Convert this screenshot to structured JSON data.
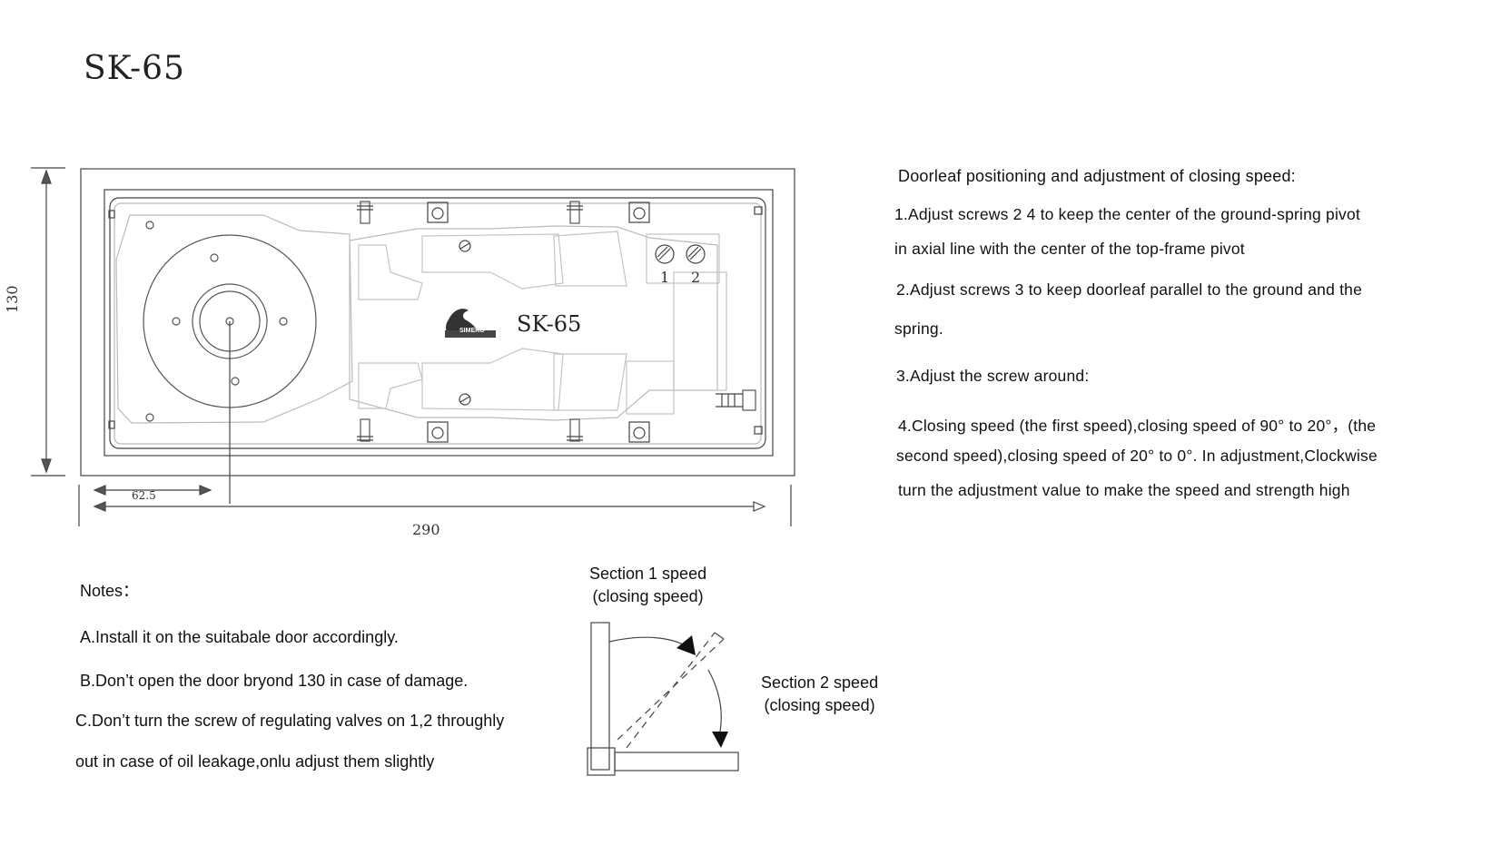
{
  "title": "SK-65",
  "dimensions": {
    "height": "130",
    "width": "290",
    "pivot_offset": "62.5"
  },
  "unit_label": {
    "model": "SK-65",
    "brand": "SIMEKO",
    "valve_labels": [
      "1",
      "2"
    ]
  },
  "instructions": {
    "heading": "Doorleaf positioning and adjustment of closing speed:",
    "lines": [
      "1.Adjust screws 2 4 to keep the center of the ground-spring pivot",
      "in axial line with the center of the top-frame pivot",
      "2.Adjust screws 3 to keep doorleaf parallel to the ground and the",
      "spring.",
      "3.Adjust the screw around:",
      "4.Closing speed (the first speed),closing speed of 90° to 20°，(the",
      "second speed),closing speed of 20° to 0°. In adjustment,Clockwise",
      "turn the adjustment value to make the speed and strength high"
    ]
  },
  "notes": {
    "heading": "Notes：",
    "items": [
      "A.Install it on the suitabale door accordingly.",
      "B.Don’t open the door bryond 130 in case of damage.",
      "C.Don’t turn the screw of regulating valves on 1,2 throughly",
      "out in case of oil leakage,onlu adjust them slightly"
    ]
  },
  "speed_diagram": {
    "section1": [
      "Section 1 speed",
      "(closing speed)"
    ],
    "section2": [
      "Section 2 speed",
      "(closing speed)"
    ]
  }
}
